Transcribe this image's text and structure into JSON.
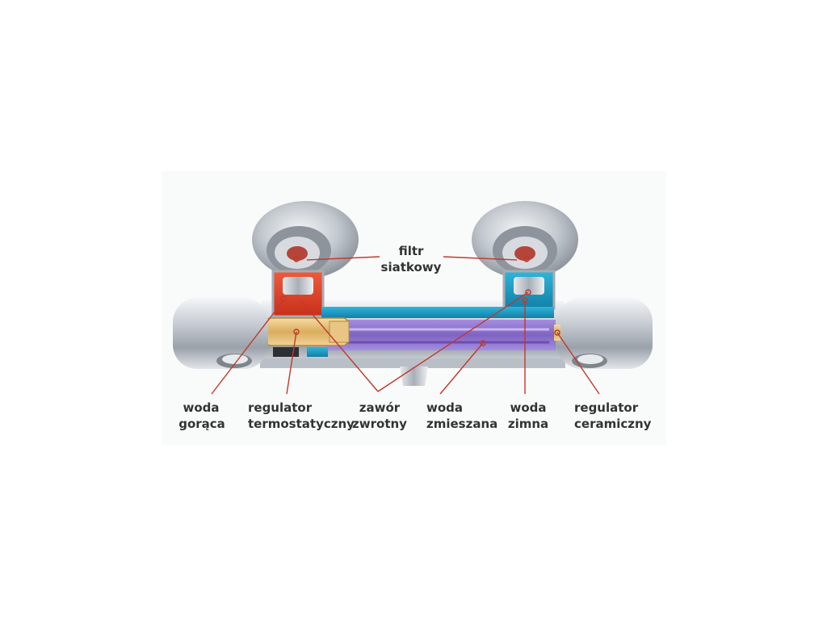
{
  "diagram": {
    "labels": {
      "filter_line1": "filtr",
      "filter_line2": "siatkowy",
      "hot_line1": "woda",
      "hot_line2": "gorąca",
      "thermo_line1": "regulator",
      "thermo_line2": "termostatyczny",
      "check_line1": "zawór",
      "check_line2": "zwrotny",
      "mixed_line1": "woda",
      "mixed_line2": "zmieszana",
      "cold_line1": "woda",
      "cold_line2": "zimna",
      "ceramic_line1": "regulator",
      "ceramic_line2": "ceramiczny"
    },
    "colors": {
      "hot": "#e8442a",
      "cold": "#1aa0c8",
      "mixed": "#8a6fc8",
      "brass": "#e3c07a",
      "leader": "#c0392b",
      "chrome": "#b8bec6"
    }
  }
}
